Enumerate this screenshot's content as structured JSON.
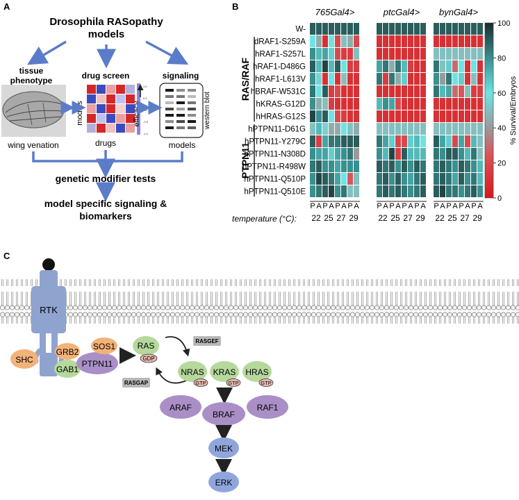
{
  "panel_a": {
    "label": "A",
    "title_line1": "Drosophila RASopathy",
    "title_line2": "models",
    "tissue_phenotype_line1": "tissue",
    "tissue_phenotype_line2": "phenotype",
    "wing_venation": "wing venation",
    "drug_screen": "drug screen",
    "models_axis": "models",
    "drugs_axis": "drugs",
    "efficacy": "efficacy",
    "signaling": "signaling",
    "western_blot": "western blot",
    "models_label": "models",
    "genetic_modifier": "genetic modifier tests",
    "specific_line1": "model specific signaling &",
    "specific_line2": "biomarkers",
    "mini_ticks": [
      "1.0",
      "0.5",
      "0.0",
      "-0.5",
      "-1.0"
    ],
    "drug_colors": [
      "#d62728",
      "#3b4cc0",
      "#e8a0a0",
      "#d62728",
      "#b0b0e0",
      "#3b4cc0",
      "#f0c0c0",
      "#d62728",
      "#c0c0f0",
      "#d62728",
      "#e8a0a0",
      "#3b4cc0",
      "#d62728",
      "#f0d0d0",
      "#3b4cc0",
      "#d62728",
      "#c0c0f0",
      "#3b4cc0",
      "#e8a0a0",
      "#d62728",
      "#b0b0e0",
      "#d62728",
      "#f0c0c0",
      "#3b4cc0",
      "#e8a0a0"
    ]
  },
  "panel_b": {
    "label": "B",
    "drivers": [
      "765Gal4>",
      "ptcGal4>",
      "bynGal4>"
    ],
    "groups": [
      {
        "name": "RAS/RAF",
        "rows": [
          1,
          7
        ]
      },
      {
        "name": "PTPN11",
        "rows": [
          8,
          13
        ]
      }
    ],
    "temperature_label": "temperature (°C):",
    "temperatures": [
      "22",
      "25",
      "27",
      "29"
    ],
    "phases": [
      "P",
      "A"
    ],
    "colorbar": {
      "label": "% Survival/Embryos",
      "ticks": [
        "100",
        "80",
        "60",
        "40",
        "20",
        "0"
      ]
    }
  },
  "chart_data": {
    "type": "heatmap",
    "title": "",
    "xlabel": "temperature (°C):",
    "ylabel": "",
    "value_range": [
      0,
      100
    ],
    "colorbar_label": "% Survival/Embryos",
    "rows": [
      "W-",
      "dRAF1-S259A",
      "hRAF1-S257L",
      "hRAF1-D486G",
      "hRAF1-L613V",
      "hBRAF-W531C",
      "hKRAS-G12D",
      "hHRAS-G12S",
      "hPTPN11-D61G",
      "hPTPN11-Y279C",
      "hPTPN11-N308D",
      "hPTPN11-R498W",
      "hPTPN11-Q510P",
      "hPTPN11-Q510E"
    ],
    "columns": [
      "22 P",
      "22 A",
      "25 P",
      "25 A",
      "27 P",
      "27 A",
      "29 P",
      "29 A"
    ],
    "panels": [
      {
        "name": "765Gal4>",
        "values": [
          [
            90,
            90,
            90,
            90,
            90,
            90,
            90,
            90
          ],
          [
            60,
            45,
            10,
            60,
            20,
            50,
            45,
            20
          ],
          [
            80,
            70,
            75,
            65,
            20,
            15,
            15,
            50
          ],
          [
            90,
            70,
            95,
            70,
            90,
            60,
            15,
            15
          ],
          [
            80,
            55,
            10,
            60,
            10,
            50,
            10,
            10
          ],
          [
            85,
            60,
            90,
            15,
            20,
            10,
            10,
            10
          ],
          [
            80,
            45,
            50,
            15,
            10,
            10,
            10,
            10
          ],
          [
            95,
            80,
            90,
            60,
            20,
            15,
            10,
            10
          ],
          [
            50,
            70,
            55,
            45,
            45,
            60,
            50,
            45
          ],
          [
            90,
            15,
            75,
            85,
            85,
            90,
            90,
            90
          ],
          [
            80,
            75,
            75,
            65,
            75,
            80,
            85,
            40
          ],
          [
            85,
            90,
            80,
            80,
            75,
            80,
            80,
            80
          ],
          [
            80,
            95,
            90,
            85,
            75,
            60,
            25,
            50
          ],
          [
            80,
            85,
            90,
            95,
            80,
            85,
            50,
            50
          ]
        ]
      },
      {
        "name": "ptcGal4>",
        "values": [
          [
            90,
            90,
            90,
            90,
            90,
            90,
            90,
            90
          ],
          [
            10,
            10,
            10,
            10,
            10,
            10,
            10,
            10
          ],
          [
            10,
            10,
            10,
            10,
            10,
            10,
            10,
            10
          ],
          [
            75,
            85,
            45,
            85,
            70,
            15,
            10,
            10
          ],
          [
            85,
            15,
            85,
            45,
            65,
            10,
            10,
            10
          ],
          [
            10,
            10,
            10,
            10,
            10,
            10,
            10,
            10
          ],
          [
            70,
            80,
            75,
            20,
            10,
            10,
            10,
            10
          ],
          [
            10,
            10,
            10,
            10,
            10,
            10,
            10,
            10
          ],
          [
            50,
            50,
            50,
            50,
            50,
            50,
            50,
            50
          ],
          [
            85,
            75,
            65,
            20,
            20,
            65,
            70,
            60
          ],
          [
            80,
            70,
            95,
            15,
            90,
            70,
            70,
            70
          ],
          [
            90,
            85,
            90,
            80,
            90,
            80,
            90,
            85
          ],
          [
            85,
            90,
            80,
            90,
            80,
            75,
            85,
            90
          ],
          [
            85,
            90,
            85,
            90,
            85,
            80,
            85,
            90
          ]
        ]
      },
      {
        "name": "bynGal4>",
        "values": [
          [
            90,
            90,
            90,
            90,
            90,
            90,
            90,
            90
          ],
          [
            10,
            10,
            10,
            10,
            10,
            10,
            10,
            10
          ],
          [
            50,
            50,
            50,
            50,
            50,
            50,
            50,
            50
          ],
          [
            85,
            50,
            65,
            30,
            60,
            10,
            60,
            10
          ],
          [
            80,
            40,
            85,
            60,
            65,
            10,
            50,
            10
          ],
          [
            85,
            70,
            75,
            30,
            25,
            50,
            15,
            15
          ],
          [
            10,
            10,
            10,
            10,
            10,
            10,
            10,
            10
          ],
          [
            10,
            10,
            10,
            10,
            10,
            10,
            10,
            10
          ],
          [
            50,
            50,
            50,
            50,
            50,
            50,
            50,
            50
          ],
          [
            90,
            75,
            65,
            20,
            75,
            20,
            70,
            50
          ],
          [
            85,
            80,
            90,
            90,
            80,
            70,
            85,
            50
          ],
          [
            85,
            90,
            85,
            80,
            90,
            85,
            80,
            70
          ],
          [
            85,
            90,
            85,
            75,
            90,
            80,
            85,
            70
          ],
          [
            90,
            95,
            85,
            85,
            80,
            85,
            90,
            80
          ]
        ]
      }
    ]
  },
  "panel_c": {
    "label": "C",
    "RTK": "RTK",
    "SHC": "SHC",
    "GRB2": "GRB2",
    "GAB1": "GAB1",
    "PTPN11": "PTPN11",
    "SOS1": "SOS1",
    "RAS": "RAS",
    "GDP": "GDP",
    "RASGEF": "RASGEF",
    "RASGAP": "RASGAP",
    "NRAS": "NRAS",
    "KRAS": "KRAS",
    "HRAS": "HRAS",
    "GTP": "GTP",
    "ARAF": "ARAF",
    "BRAF": "BRAF",
    "RAF1": "RAF1",
    "MEK": "MEK",
    "ERK": "ERK",
    "colors": {
      "orange": "#f2b27a",
      "green": "#b5d99c",
      "purple": "#a98fc6",
      "blue": "#8fa6dd",
      "receptor": "#8fa3cf",
      "gray_box": "#b8b8b8"
    }
  }
}
